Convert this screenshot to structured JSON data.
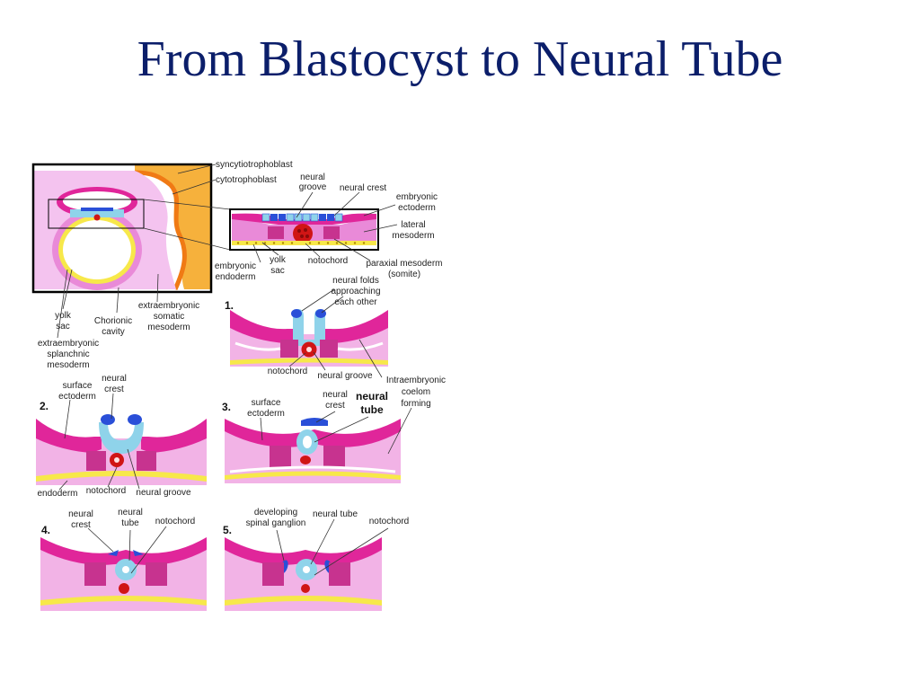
{
  "title": "From Blastocyst to Neural Tube",
  "colors": {
    "title": "#0b1e6a",
    "magenta": "#e0269a",
    "pink": "#f2b3e6",
    "lightblue": "#8fd3ea",
    "blue": "#2a4fd8",
    "red": "#d01515",
    "yellow": "#f2e23a",
    "orange": "#f07a14",
    "trophoblast": "#f6b13c"
  },
  "labels": {
    "syncytiotrophoblast": "syncytiotrophoblast",
    "cytotrophoblast": "cytotrophoblast",
    "neural_groove_top": [
      "neural",
      "groove"
    ],
    "neural_crest_top": "neural crest",
    "embryonic_ectoderm": [
      "embryonic",
      "ectoderm"
    ],
    "lateral_mesoderm": [
      "lateral",
      "mesoderm"
    ],
    "embryonic_endoderm": [
      "embryonic",
      "endoderm"
    ],
    "yolk_sac_top": [
      "yolk",
      "sac"
    ],
    "notochord_top": "notochord",
    "paraxial_mesoderm": [
      "paraxial mesoderm",
      "(somite)"
    ],
    "yolk_sac_left": [
      "yolk",
      "sac"
    ],
    "chorionic_cavity": [
      "Chorionic",
      "cavity"
    ],
    "extraembryonic_somatic": [
      "extraembryonic",
      "somatic",
      "mesoderm"
    ],
    "extraembryonic_splanchnic": [
      "extraembryonic",
      "splanchnic",
      "mesoderm"
    ]
  },
  "stages": [
    {
      "number": "1.",
      "labels": {
        "folds": [
          "neural folds",
          "approaching",
          "each other"
        ],
        "notochord": "notochord",
        "groove": "neural groove",
        "coelom": [
          "Intraembryonic",
          "coelom",
          "forming"
        ]
      }
    },
    {
      "number": "2.",
      "labels": {
        "surface": [
          "surface",
          "ectoderm"
        ],
        "crest": [
          "neural",
          "crest"
        ],
        "endoderm": "endoderm",
        "notochord": "notochord",
        "groove": "neural groove"
      }
    },
    {
      "number": "3.",
      "labels": {
        "surface": [
          "surface",
          "ectoderm"
        ],
        "crest": [
          "neural",
          "crest"
        ],
        "tube": [
          "neural",
          "tube"
        ]
      }
    },
    {
      "number": "4.",
      "labels": {
        "crest": [
          "neural",
          "crest"
        ],
        "tube": [
          "neural",
          "tube"
        ],
        "notochord": "notochord"
      }
    },
    {
      "number": "5.",
      "labels": {
        "ganglion": [
          "developing",
          "spinal ganglion"
        ],
        "tube": "neural tube",
        "notochord": "notochord"
      }
    }
  ]
}
